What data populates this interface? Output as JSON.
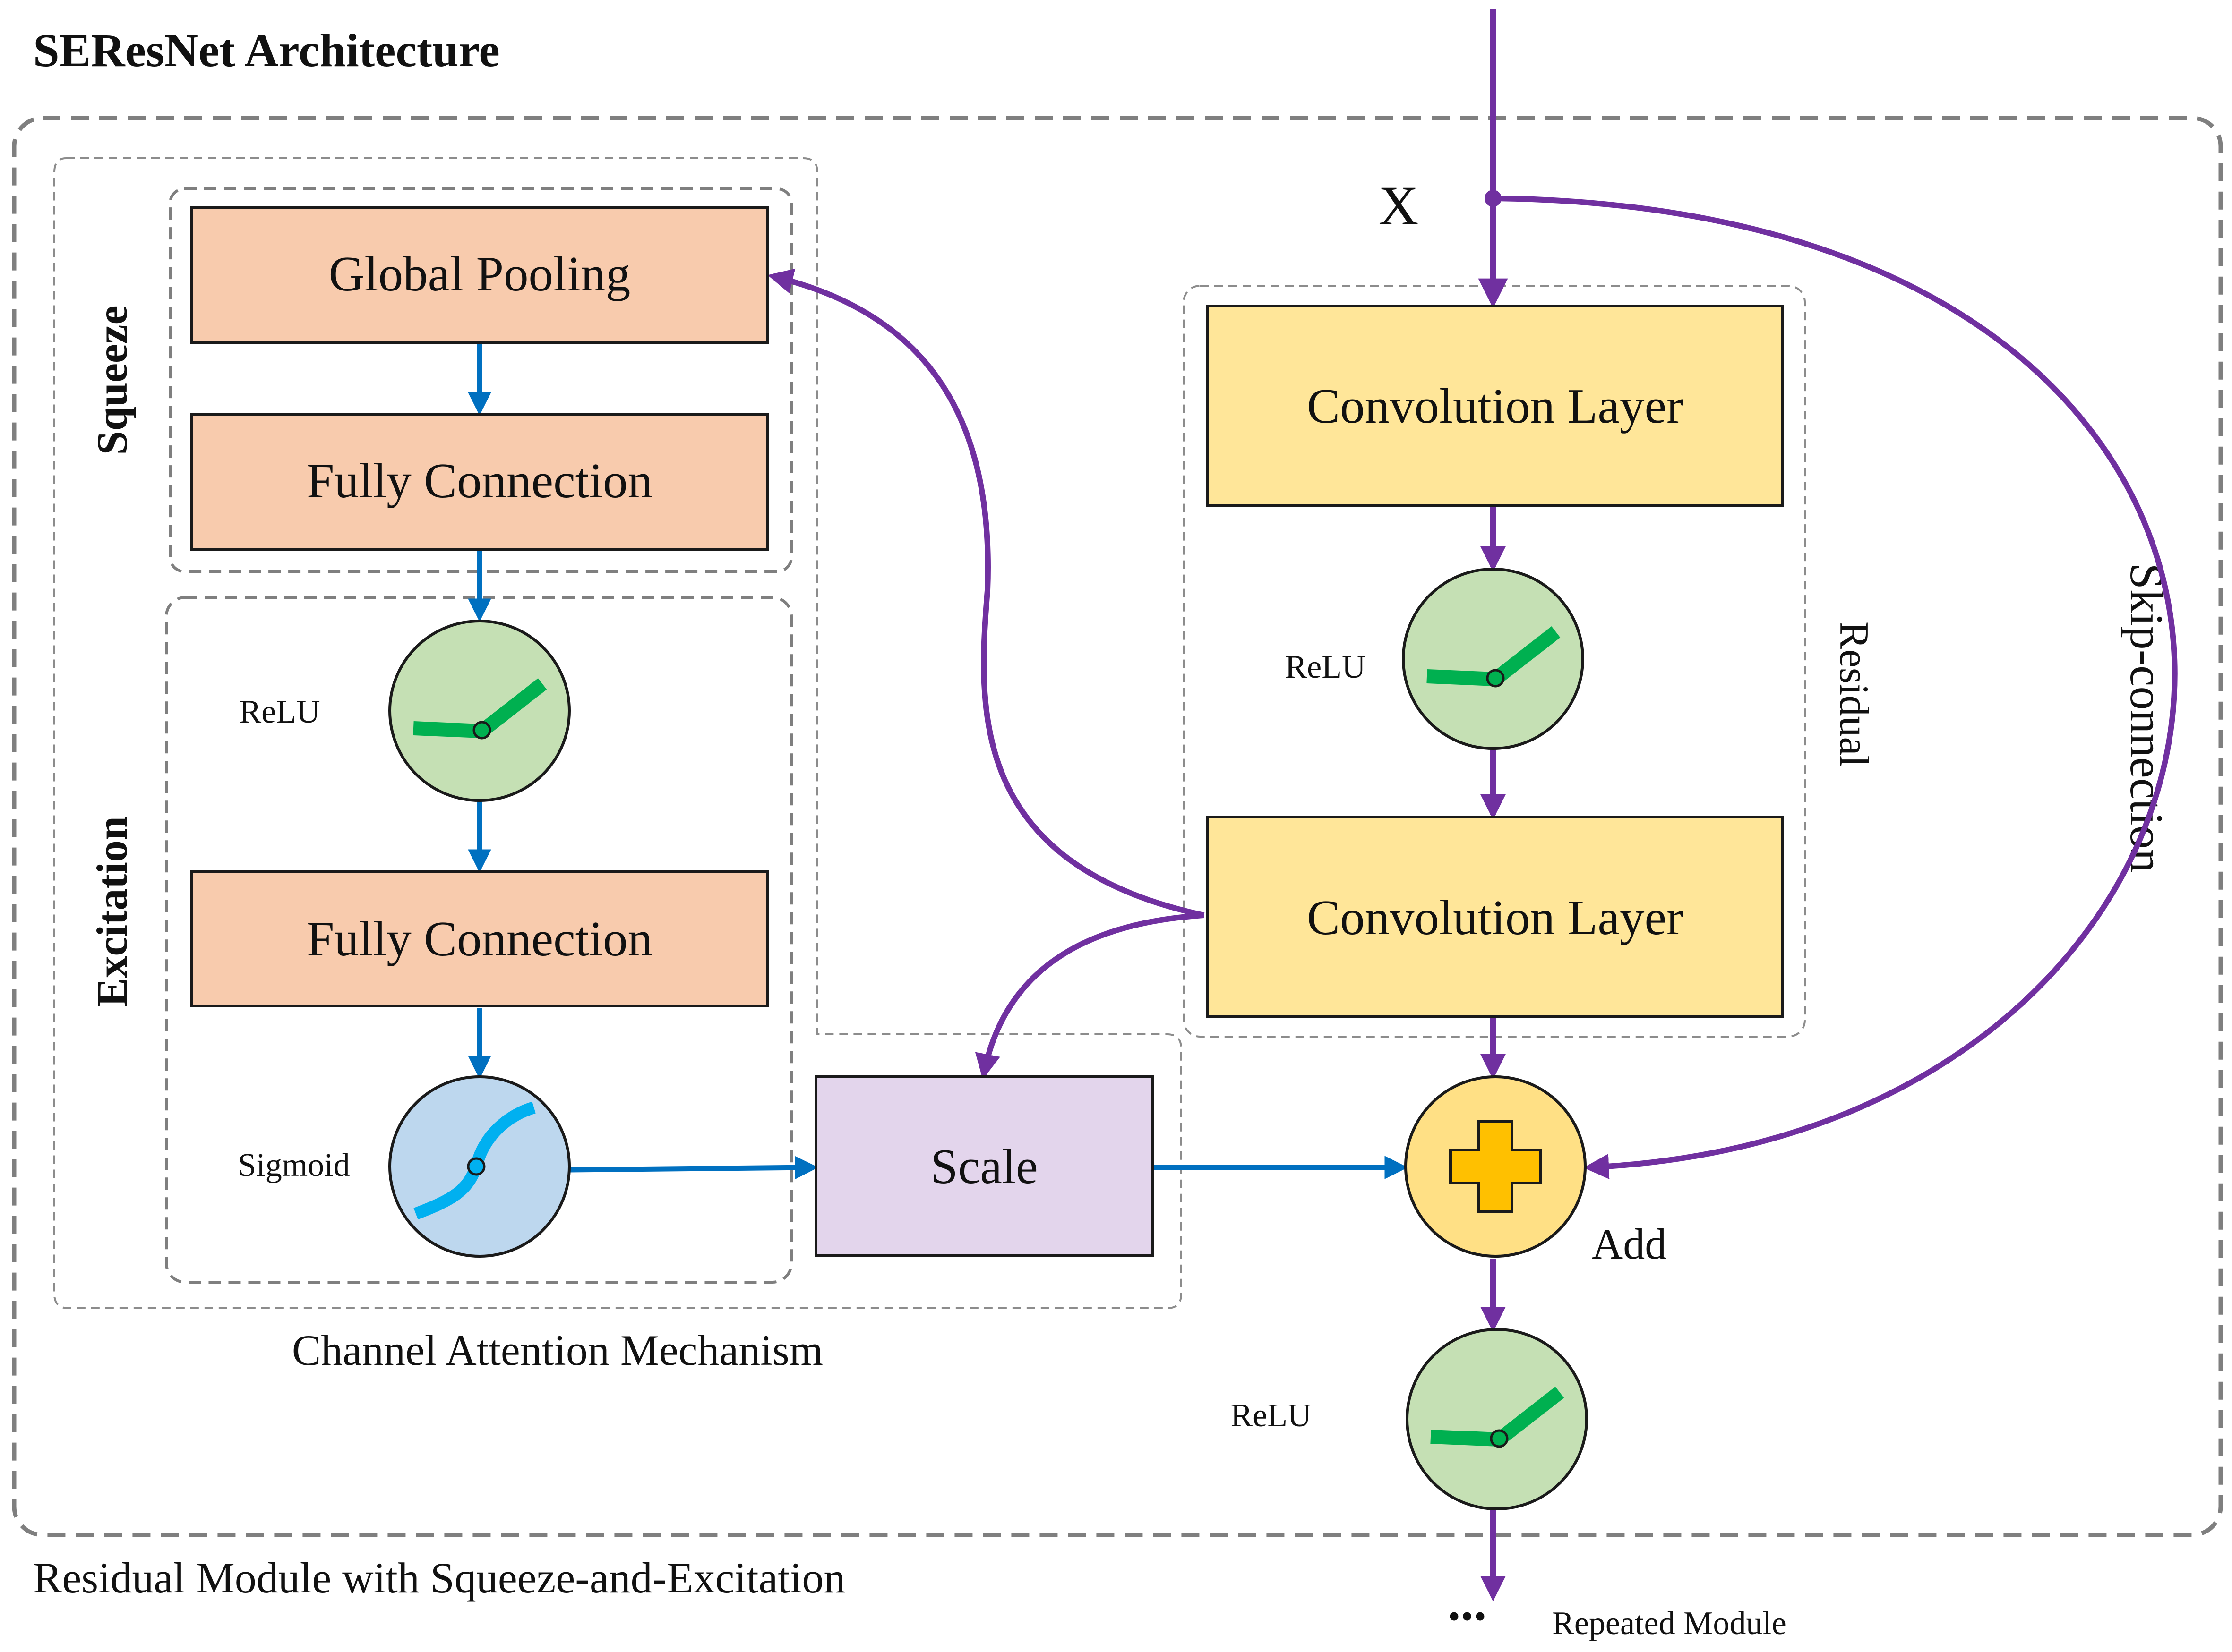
{
  "title": "SEResNet Architecture",
  "input_label": "X",
  "module_caption": "Residual Module with Squeeze-and-Excitation",
  "attention_caption": "Channel Attention Mechanism",
  "squeeze_label": "Squeeze",
  "excitation_label": "Excitation",
  "residual_label": "Residual",
  "skip_label": "Skip-connection",
  "nodes": {
    "global_pooling": "Global Pooling",
    "fully_connection_1": "Fully Connection",
    "relu_excitation": "ReLU",
    "fully_connection_2": "Fully Connection",
    "sigmoid": "Sigmoid",
    "scale": "Scale",
    "conv_1": "Convolution Layer",
    "relu_residual": "ReLU",
    "conv_2": "Convolution Layer",
    "add": "Add",
    "relu_out": "ReLU"
  },
  "ellipsis": "...",
  "repeated_label": "Repeated Module",
  "colors": {
    "purple_arrow": "#7030a0",
    "blue_arrow": "#0070c0",
    "orange_box": "#f8cbad",
    "yellow_box": "#ffe699",
    "lavender_box": "#e3d5ec",
    "green_circle": "#c5e0b4",
    "blue_circle": "#bdd7ee",
    "add_circle": "#ffe085",
    "plus_fill": "#ffc000",
    "relu_curve": "#00b050",
    "sigmoid_curve": "#00b0f0"
  }
}
